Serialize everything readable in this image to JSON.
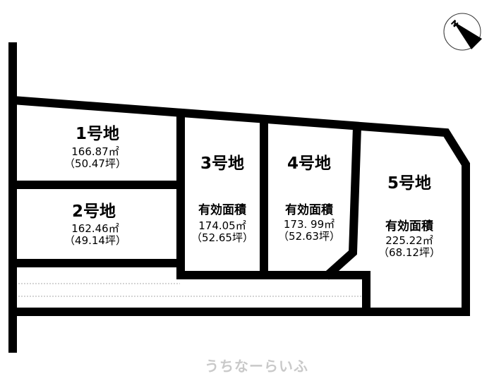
{
  "compass": {
    "label": "N"
  },
  "plots": [
    {
      "name": "1号地",
      "area_m2": "166.87㎡",
      "area_tsubo": "（50.47坪）"
    },
    {
      "name": "2号地",
      "area_m2": "162.46㎡",
      "area_tsubo": "（49.14坪）"
    },
    {
      "name": "3号地",
      "effective_label": "有効面積",
      "area_m2": "174.05㎡",
      "area_tsubo": "（52.65坪）"
    },
    {
      "name": "4号地",
      "effective_label": "有効面積",
      "area_m2": "173. 99㎡",
      "area_tsubo": "（52.63坪）"
    },
    {
      "name": "5号地",
      "effective_label": "有効面積",
      "area_m2": "225.22㎡",
      "area_tsubo": "（68.12坪）"
    }
  ],
  "watermark": "うちなーらいふ"
}
